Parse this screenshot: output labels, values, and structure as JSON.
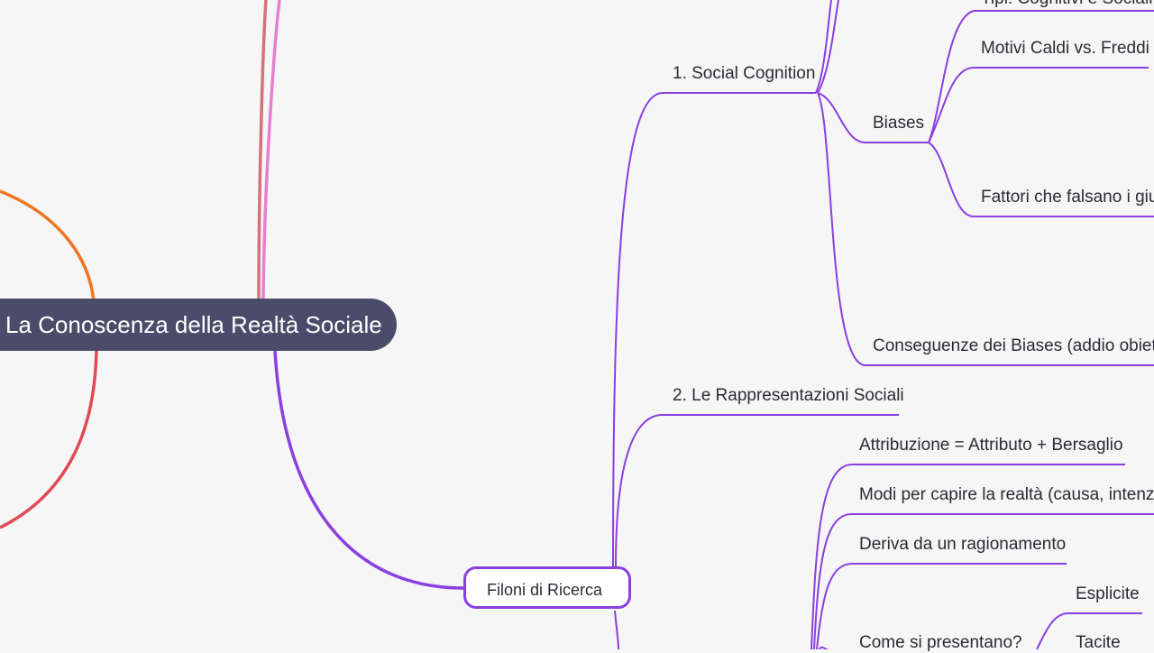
{
  "root": {
    "label": "La Conoscenza della Realtà Sociale"
  },
  "branch": {
    "label": "Filoni di Ricerca"
  },
  "nodes": {
    "social_cognition": "1. Social Cognition",
    "biases": "Biases",
    "tipi_cognitivi": "Tipi: Cognitivi e Sociali",
    "motivi": "Motivi Caldi vs. Freddi",
    "fattori": "Fattori che falsano i giudizi",
    "conseguenze": "Conseguenze dei Biases (addio obiettività)",
    "rappresentazioni": "2. Le Rappresentazioni Sociali",
    "attribuzione": "Attribuzione = Attributo + Bersaglio",
    "modi": "Modi per capire la realtà (causa, intenzione)",
    "deriva": "Deriva da un ragionamento",
    "come": "Come si presentano?",
    "esplicite": "Esplicite",
    "tacite": "Tacite"
  },
  "colors": {
    "background": "#f6f6f7",
    "root_fill": "#4a4c6a",
    "purple_branch": "#8a3fe0",
    "orange_branch": "#f07522",
    "red_branch": "#e04a55",
    "pink_branch": "#e77fcf",
    "rose_branch": "#d6707a"
  }
}
